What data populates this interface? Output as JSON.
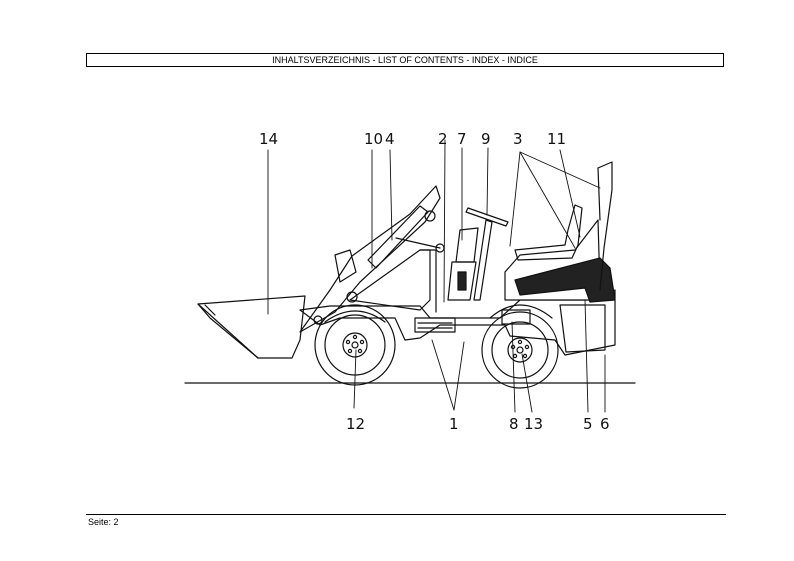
{
  "header": {
    "title": "INHALTSVERZEICHNIS - LIST OF CONTENTS - INDEX - INDICE"
  },
  "callouts": {
    "c1": "1",
    "c2": "2",
    "c3": "3",
    "c4": "4",
    "c5": "5",
    "c6": "6",
    "c7": "7",
    "c8": "8",
    "c9": "9",
    "c10": "10",
    "c11": "11",
    "c12": "12",
    "c13": "13",
    "c14": "14"
  },
  "footer": {
    "page_label": "Seite: 2"
  }
}
